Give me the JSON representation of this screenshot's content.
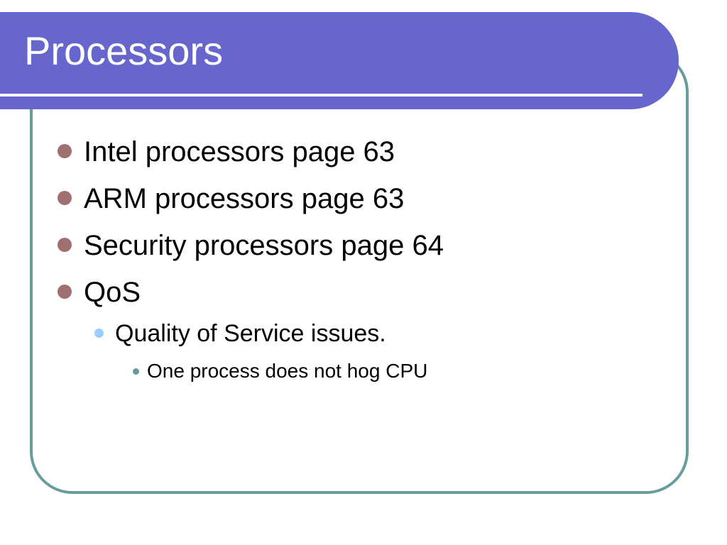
{
  "slide": {
    "title": "Processors",
    "bullets": [
      {
        "level": 1,
        "text": "Intel processors page 63"
      },
      {
        "level": 1,
        "text": "ARM processors page 63"
      },
      {
        "level": 1,
        "text": "Security processors page 64"
      },
      {
        "level": 1,
        "text": "QoS"
      },
      {
        "level": 2,
        "text": "Quality of Service issues."
      },
      {
        "level": 3,
        "text": "One process does not hog CPU"
      }
    ]
  },
  "colors": {
    "title_bar": "#6666cc",
    "frame_border": "#6a9c9c",
    "bullet_level1": "#a07070",
    "bullet_level2": "#99ccff",
    "bullet_level3": "#669999"
  }
}
